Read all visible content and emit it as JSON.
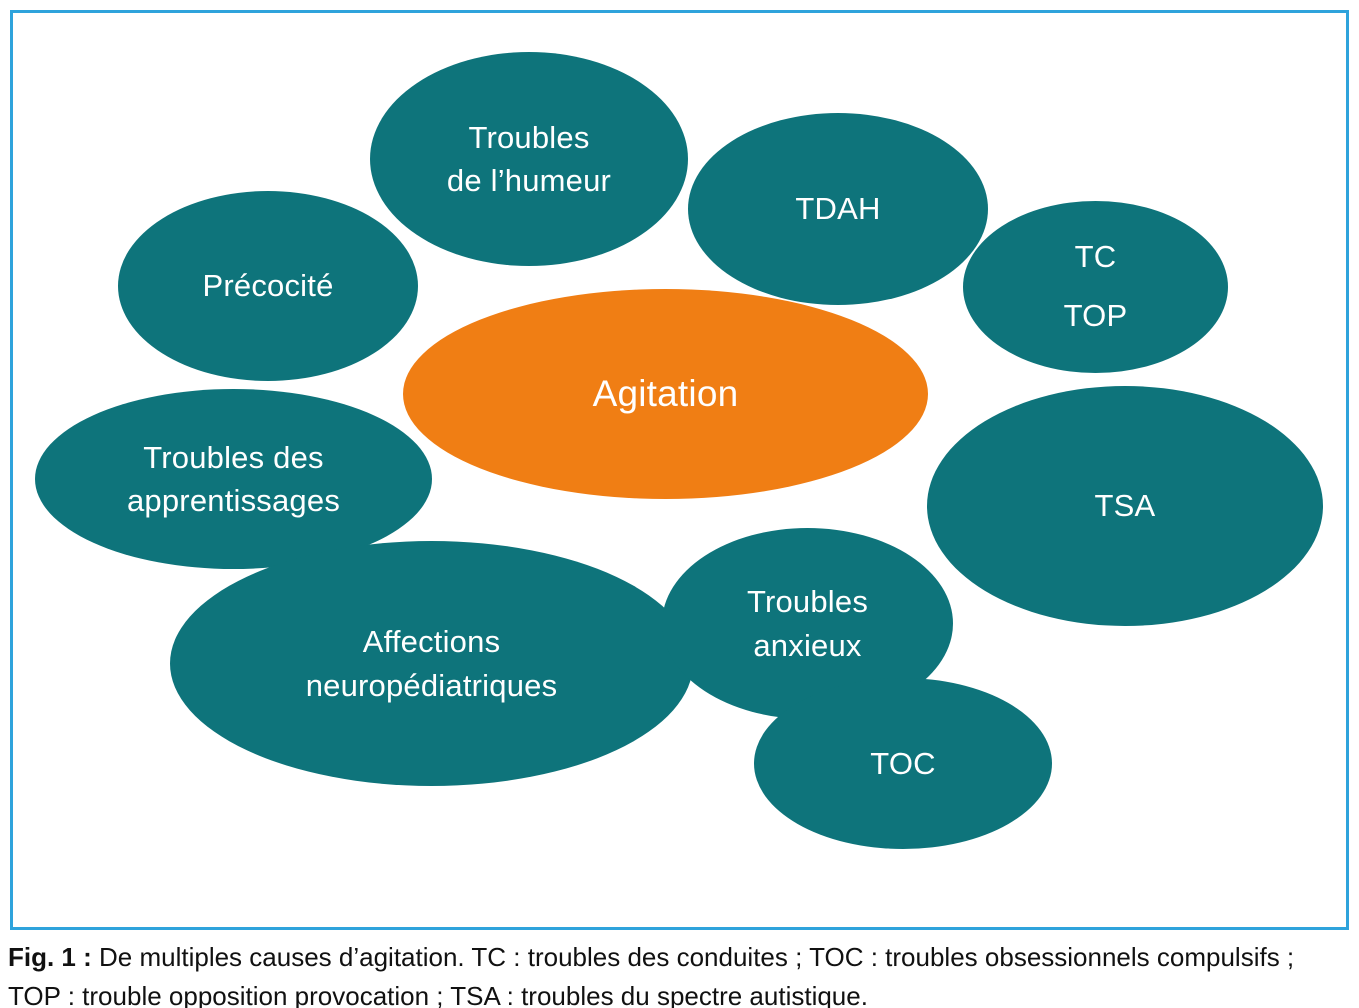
{
  "colors": {
    "teal": "#0e747b",
    "orange": "#f07e14",
    "frame_border_blue": "#2ea3dc",
    "node_text": "#ffffff"
  },
  "diagram": {
    "nodes": [
      {
        "id": "troubles-humeur",
        "label": "Troubles\nde l’humeur",
        "color": "teal"
      },
      {
        "id": "tdah",
        "label": "TDAH",
        "color": "teal"
      },
      {
        "id": "tc-top",
        "label": "TC\nTOP",
        "color": "teal"
      },
      {
        "id": "precocite",
        "label": "Précocité",
        "color": "teal"
      },
      {
        "id": "agitation",
        "label": "Agitation",
        "color": "orange"
      },
      {
        "id": "troubles-apprentissages",
        "label": "Troubles des\napprentissages",
        "color": "teal"
      },
      {
        "id": "tsa",
        "label": "TSA",
        "color": "teal"
      },
      {
        "id": "affections-neuropediatriques",
        "label": "Affections\nneuropédiatriques",
        "color": "teal"
      },
      {
        "id": "troubles-anxieux",
        "label": "Troubles\nanxieux",
        "color": "teal"
      },
      {
        "id": "toc",
        "label": "TOC",
        "color": "teal"
      }
    ]
  },
  "caption": {
    "fig_label": "Fig. 1 :",
    "text": " De multiples causes d’agitation. TC : troubles des conduites ; TOC : troubles obsessionnels compulsifs ; TOP : trouble opposition provocation ; TSA : troubles du spectre autistique."
  }
}
